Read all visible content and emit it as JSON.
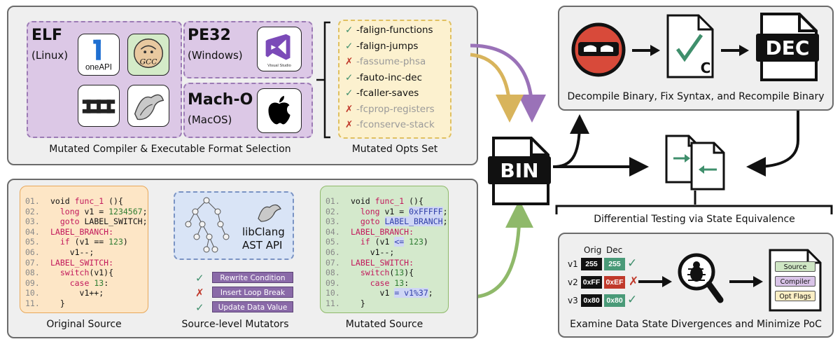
{
  "top_left": {
    "elf": {
      "title": "ELF",
      "subtitle": "(Linux)"
    },
    "pe32": {
      "title": "PE32",
      "subtitle": "(Windows)"
    },
    "macho": {
      "title": "Mach-O",
      "subtitle": "(MacOS)"
    },
    "icons": {
      "oneapi_text": "oneAPI",
      "gcc_text": "GCC",
      "vs_text": "Visual Studio"
    },
    "caption": "Mutated Compiler & Executable Format Selection"
  },
  "opts": {
    "caption": "Mutated Opts Set",
    "items": [
      {
        "mark": "✓",
        "text": "-falign-functions",
        "enabled": true
      },
      {
        "mark": "✓",
        "text": "-falign-jumps",
        "enabled": true
      },
      {
        "mark": "✗",
        "text": "-fassume-phsa",
        "enabled": false
      },
      {
        "mark": "✓",
        "text": "-fauto-inc-dec",
        "enabled": true
      },
      {
        "mark": "✓",
        "text": "-fcaller-saves",
        "enabled": true
      },
      {
        "mark": "✗",
        "text": "-fcprop-registers",
        "enabled": false
      },
      {
        "mark": "✗",
        "text": "-fconserve-stack",
        "enabled": false
      }
    ]
  },
  "bin_label": "BIN",
  "decompile": {
    "caption": "Decompile Binary, Fix Syntax, and Recompile Binary",
    "c_label": "C",
    "dec_label": "DEC"
  },
  "differential": {
    "caption": "Differential Testing via State Equivalence"
  },
  "bottom_left": {
    "original_caption": "Original Source",
    "mutators_caption": "Source-level Mutators",
    "mutated_caption": "Mutated Source",
    "libclang_line1": "libClang",
    "libclang_line2": "AST API",
    "mutators": [
      {
        "mark": "✓",
        "label": "Rewrite Condition"
      },
      {
        "mark": "✗",
        "label": "Insert Loop Break"
      },
      {
        "mark": "✓",
        "label": "Update Data Value"
      }
    ],
    "original_code": [
      {
        "n": "01.",
        "t": "void func_1 (){"
      },
      {
        "n": "02.",
        "t": "  long v1 = 1234567;"
      },
      {
        "n": "03.",
        "t": "  goto LABEL_SWITCH;"
      },
      {
        "n": "04.",
        "t": "LABEL_BRANCH:"
      },
      {
        "n": "05.",
        "t": "  if (v1 == 123)"
      },
      {
        "n": "06.",
        "t": "    v1--;"
      },
      {
        "n": "07.",
        "t": "LABEL_SWITCH:"
      },
      {
        "n": "08.",
        "t": "  switch(v1){"
      },
      {
        "n": "09.",
        "t": "    case 13:"
      },
      {
        "n": "10.",
        "t": "      v1++;"
      },
      {
        "n": "11.",
        "t": "  }"
      }
    ],
    "mutated_code": [
      {
        "n": "01.",
        "t": "void func_1 (){"
      },
      {
        "n": "02.",
        "t": "  long v1 = 0xFFFFF;"
      },
      {
        "n": "03.",
        "t": "  goto LABEL_BRANCH;"
      },
      {
        "n": "04.",
        "t": "LABEL_BRANCH:"
      },
      {
        "n": "05.",
        "t": "  if (v1 <= 123)"
      },
      {
        "n": "06.",
        "t": "    v1--;"
      },
      {
        "n": "07.",
        "t": "LABEL_SWITCH:"
      },
      {
        "n": "08.",
        "t": "  switch(13){"
      },
      {
        "n": "09.",
        "t": "    case 13:"
      },
      {
        "n": "10.",
        "t": "      v1 = v1%37;"
      },
      {
        "n": "11.",
        "t": "  }"
      }
    ]
  },
  "examine": {
    "caption": "Examine Data State Divergences and Minimize PoC",
    "col_orig": "Orig",
    "col_dec": "Dec",
    "rows": [
      {
        "var": "v1",
        "orig": "255",
        "dec": "255",
        "mark": "✓"
      },
      {
        "var": "v2",
        "orig": "0xFF",
        "dec": "0xEF",
        "mark": "✗"
      },
      {
        "var": "v3",
        "orig": "0x80",
        "dec": "0x80",
        "mark": "✓"
      }
    ],
    "poc_items": [
      "Source",
      "Compiler",
      "Opt Flags"
    ]
  },
  "colors": {
    "accent_green": "#3f8f6c",
    "accent_red": "#c0392b",
    "purple": "#9a72b8",
    "gold": "#d8b45c",
    "green_arrow": "#8fb96a"
  }
}
